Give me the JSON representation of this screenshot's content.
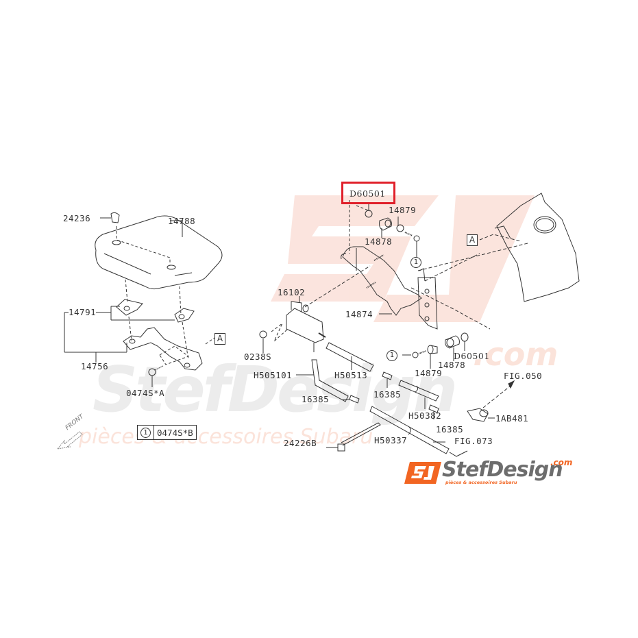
{
  "diagram": {
    "title": "Subaru vacuum solenoid / cover parts diagram",
    "highlighted_part": "D60501",
    "highlight_color": "#e0202a",
    "line_color": "#333333",
    "parts": {
      "p24236": "24236",
      "p14788": "14788",
      "p14791": "14791",
      "p14756": "14756",
      "p0474sa": "0474S*A",
      "d60501_top": "D60501",
      "p14879_top": "14879",
      "p14878_top": "14878",
      "p16102": "16102",
      "p14874": "14874",
      "p0238s": "0238S",
      "h505101": "H505101",
      "h50513": "H50513",
      "p14879_bot": "14879",
      "p14878_bot": "14878",
      "d60501_bot": "D60501",
      "p16385_a": "16385",
      "p16385_b": "16385",
      "p16385_c": "16385",
      "h50382": "H50382",
      "fig050": "FIG.050",
      "ab481": "1AB481",
      "p24226b": "24226B",
      "h50337": "H50337",
      "fig073": "FIG.073"
    },
    "ref_markers": {
      "a_left": "A",
      "a_mid": "A",
      "circle_1": "1"
    },
    "legend": {
      "symbol": "1",
      "part": "0474S*B"
    },
    "direction": {
      "front_label": "FRONT"
    }
  },
  "watermark": {
    "brand": "StefDesign",
    "domain": ".com",
    "tagline": "pièces & accessoires Subaru",
    "color": "#f9d6cc"
  },
  "logo": {
    "mark": "SJ",
    "brand": "StefDesign",
    "domain": ".com",
    "tagline": "pièces & accessoires Subaru",
    "accent_color": "#f26522",
    "text_color": "#6d6d6d"
  }
}
